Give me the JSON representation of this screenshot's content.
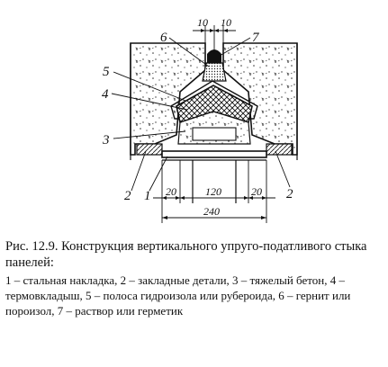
{
  "figure": {
    "callouts": {
      "c1": "1",
      "c2a": "2",
      "c2b": "2",
      "c3": "3",
      "c4": "4",
      "c5": "5",
      "c6": "6",
      "c7": "7"
    },
    "dimensions": {
      "top_left": "10",
      "top_right": "10",
      "bottom_left": "20",
      "bottom_center": "120",
      "bottom_right": "20",
      "bottom_total": "240"
    }
  },
  "caption": {
    "title": "Рис. 12.9. Конструкция вертикального упруго-податливого стыка панелей:",
    "legend": "1 – стальная накладка, 2 – закладные детали, 3 – тяжелый бетон, 4 – термовкладыш, 5 – полоса гидроизола или рубероида, 6 – гернит или пороизол, 7 – раствор или герметик"
  }
}
